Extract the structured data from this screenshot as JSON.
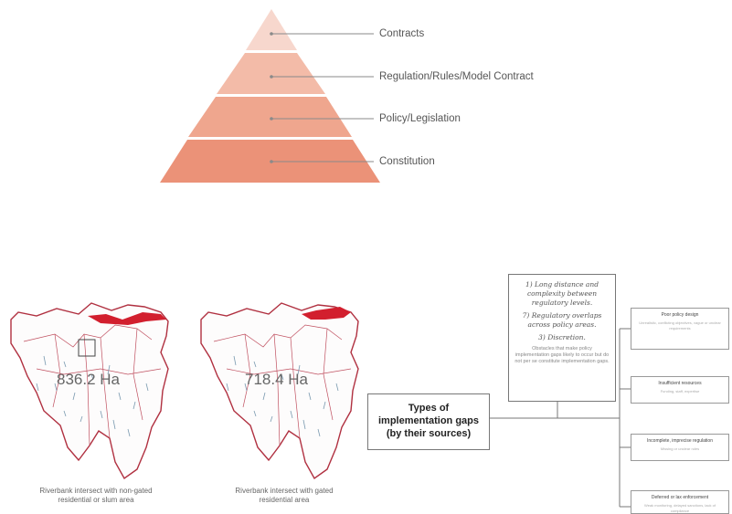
{
  "pyramid": {
    "levels": [
      {
        "label": "Contracts"
      },
      {
        "label": "Regulation/Rules/Model  Contract"
      },
      {
        "label": "Policy/Legislation"
      },
      {
        "label": "Constitution"
      }
    ],
    "colors": [
      "#f7d7cd",
      "#f3bba8",
      "#efa68e",
      "#eb9278"
    ]
  },
  "maps": [
    {
      "value": "836.2 Ha",
      "caption_line1": "Riverbank intersect with non-gated",
      "caption_line2": "residential or slum area"
    },
    {
      "value": "718.4 Ha",
      "caption_line1": "Riverbank intersect with gated",
      "caption_line2": "residential area"
    }
  ],
  "gaps": {
    "center": [
      "Types of",
      "implementation gaps",
      "(by their sources)"
    ],
    "notes": [
      "1) Long distance and complexity between regulatory levels.",
      "7) Regulatory overlaps across policy areas.",
      "3) Discretion."
    ],
    "note_foot": "Obstacles that make policy implementation gaps likely to occur but do not per se constitute implementation gaps.",
    "sources": [
      {
        "title": "Poor policy design",
        "desc": "Unrealistic, conflicting objectives, vague or unclear requirements"
      },
      {
        "title": "Insufficient resources",
        "desc": "Funding, staff, expertise"
      },
      {
        "title": "Incomplete, imprecise regulation",
        "desc": "Missing or unclear rules"
      },
      {
        "title": "Deferred or lax enforcement",
        "desc": "Weak monitoring, delayed sanctions, lack of compliance"
      }
    ]
  }
}
